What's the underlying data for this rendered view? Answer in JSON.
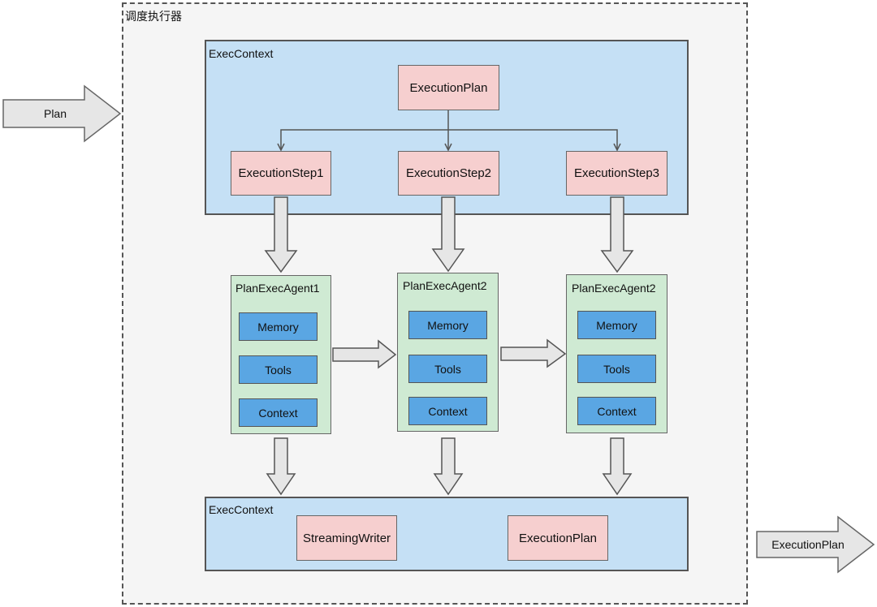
{
  "input_arrow": {
    "label": "Plan"
  },
  "output_arrow": {
    "label": "ExecutionPlan"
  },
  "scheduler": {
    "title": "调度执行器"
  },
  "top_context": {
    "label": "ExecContext",
    "plan": "ExecutionPlan",
    "steps": [
      "ExecutionStep1",
      "ExecutionStep2",
      "ExecutionStep3"
    ]
  },
  "agents": [
    {
      "title": "PlanExecAgent1",
      "items": [
        "Memory",
        "Tools",
        "Context"
      ]
    },
    {
      "title": "PlanExecAgent2",
      "items": [
        "Memory",
        "Tools",
        "Context"
      ]
    },
    {
      "title": "PlanExecAgent2",
      "items": [
        "Memory",
        "Tools",
        "Context"
      ]
    }
  ],
  "bottom_context": {
    "label": "ExecContext",
    "writer": "StreamingWriter",
    "plan": "ExecutionPlan"
  },
  "colors": {
    "context_fill": "#c5e0f5",
    "pink_fill": "#f6cfcf",
    "agent_fill": "#cfead3",
    "item_fill": "#5aa6e3",
    "arrow_fill": "#e6e6e6"
  }
}
